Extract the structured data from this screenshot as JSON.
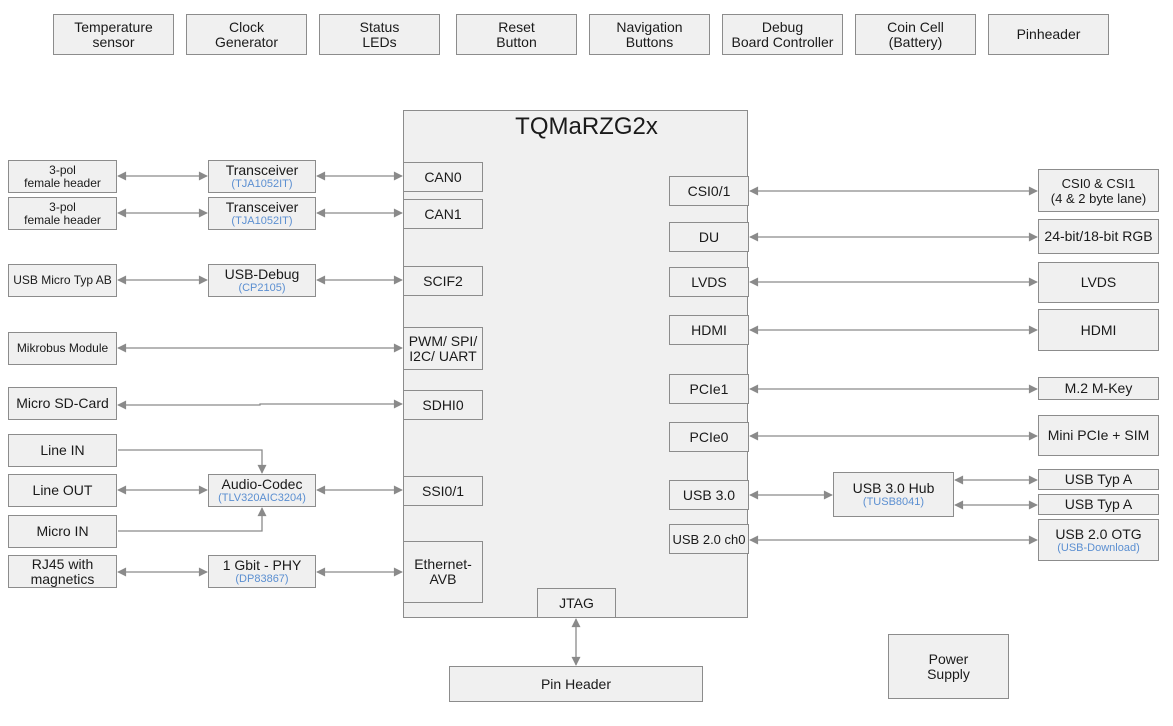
{
  "top_row": [
    "Temperature\nsensor",
    "Clock\nGenerator",
    "Status\nLEDs",
    "Reset\nButton",
    "Navigation\nButtons",
    "Debug\nBoard Controller",
    "Coin Cell\n(Battery)",
    "Pinheader"
  ],
  "soc": {
    "title": "TQMaRZG2x",
    "left_ports": {
      "can0": "CAN0",
      "can1": "CAN1",
      "scif2": "SCIF2",
      "pwm": "PWM/ SPI/\nI2C/ UART",
      "sdhi0": "SDHI0",
      "ssi": "SSI0/1",
      "eth": "Ethernet-\nAVB"
    },
    "right_ports": {
      "csi": "CSI0/1",
      "du": "DU",
      "lvds": "LVDS",
      "hdmi": "HDMI",
      "pcie1": "PCIe1",
      "pcie0": "PCIe0",
      "usb30": "USB 3.0",
      "usb20": "USB 2.0 ch0"
    },
    "jtag": "JTAG"
  },
  "left_side": {
    "hdr1": "3-pol\nfemale header",
    "hdr2": "3-pol\nfemale header",
    "trx1": {
      "name": "Transceiver",
      "part": "(TJA1052IT)"
    },
    "trx2": {
      "name": "Transceiver",
      "part": "(TJA1052IT)"
    },
    "usb_micro": "USB Micro Typ AB",
    "usb_debug": {
      "name": "USB-Debug",
      "part": "(CP2105)"
    },
    "mikrobus": "Mikrobus Module",
    "microsd": "Micro SD-Card",
    "line_in": "Line IN",
    "line_out": "Line OUT",
    "micro_in": "Micro IN",
    "codec": {
      "name": "Audio-Codec",
      "part": "(TLV320AIC3204)"
    },
    "rj45": "RJ45 with\nmagnetics",
    "phy": {
      "name": "1 Gbit - PHY",
      "part": "(DP83867)"
    }
  },
  "right_side": {
    "csi": "CSI0 & CSI1\n(4 & 2 byte lane)",
    "rgb": "24-bit/18-bit RGB",
    "lvds": "LVDS",
    "hdmi": "HDMI",
    "m2": "M.2 M-Key",
    "minipcie": "Mini PCIe + SIM",
    "hub": {
      "name": "USB 3.0 Hub",
      "part": "(TUSB8041)"
    },
    "usba1": "USB Typ A",
    "usba2": "USB Typ A",
    "otg": {
      "name": "USB 2.0 OTG",
      "part": "(USB-Download)"
    }
  },
  "bottom": {
    "pin_header": "Pin Header",
    "power": "Power\nSupply"
  },
  "colors": {
    "box_fill": "#f0f0f0",
    "box_border": "#8c8c8c",
    "arrow": "#8a8a8a",
    "part_text": "#5b8fd1"
  }
}
